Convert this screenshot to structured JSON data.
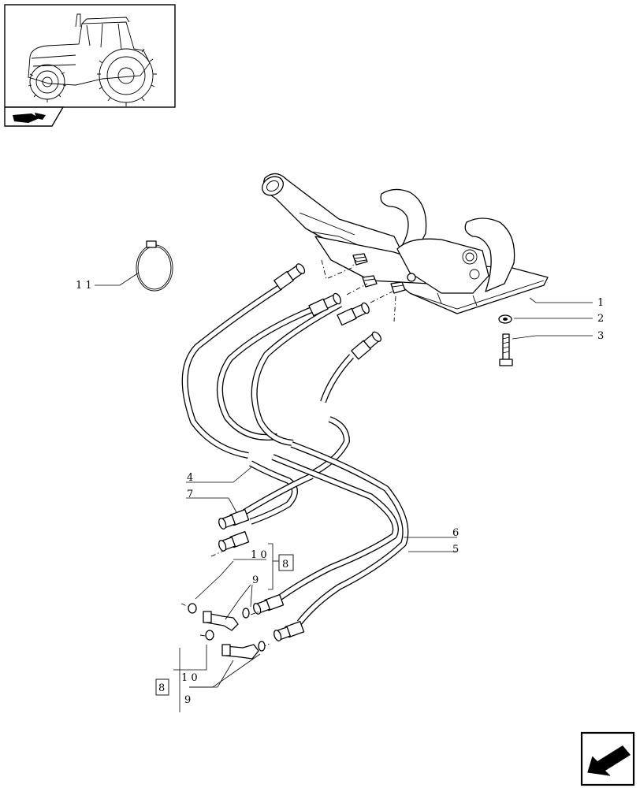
{
  "callouts": {
    "c1": "1",
    "c2": "2",
    "c3": "3",
    "c4": "4",
    "c5": "5",
    "c6": "6",
    "c7": "7",
    "c8a": "8",
    "c8b": "8",
    "c9a": "9",
    "c9b": "9",
    "c10a": "1 0",
    "c10b": "1 0",
    "c11": "1 1"
  },
  "icons": {
    "thumbnail": "tractor-thumbnail-icon",
    "section_badge": "section-tab-icon",
    "nav": "next-page-arrow-icon"
  }
}
